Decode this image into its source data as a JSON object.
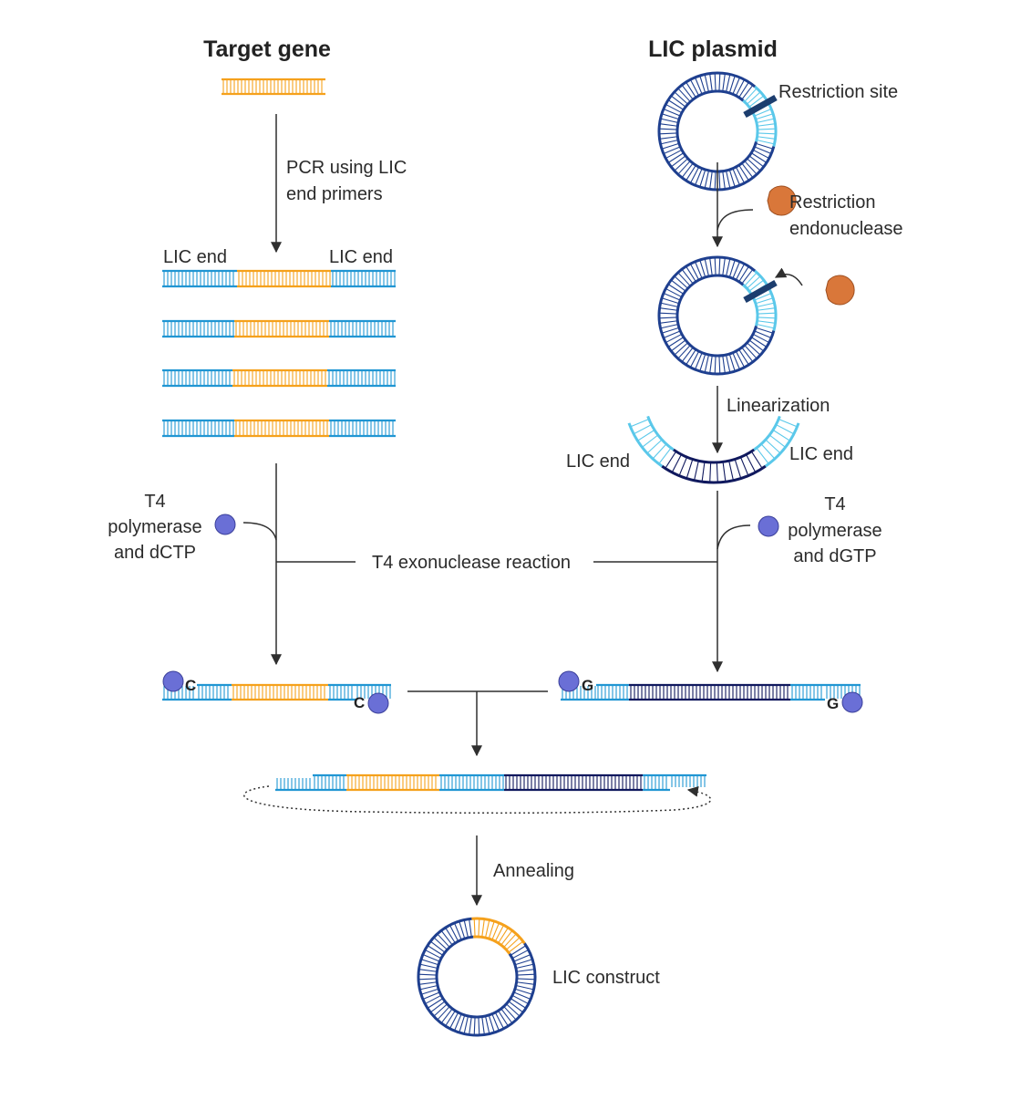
{
  "titles": {
    "target_gene": "Target gene",
    "lic_plasmid": "LIC plasmid"
  },
  "labels": {
    "pcr": [
      "PCR using LIC",
      "end primers"
    ],
    "lic_end_left": "LIC end",
    "lic_end_right": "LIC end",
    "restriction_site": "Restriction site",
    "restriction_endonuclease": [
      "Restriction",
      "endonuclease"
    ],
    "linearization": "Linearization",
    "plasmid_lic_end_left": "LIC end",
    "plasmid_lic_end_right": "LIC end",
    "t4_left": [
      "T4",
      "polymerase",
      "and dCTP"
    ],
    "t4_right": [
      "T4",
      "polymerase",
      "and dGTP"
    ],
    "exonuclease": "T4 exonuclease reaction",
    "nucleotide_c": "C",
    "nucleotide_g": "G",
    "annealing": "Annealing",
    "construct": "LIC construct"
  },
  "colors": {
    "gene": "#f5a11c",
    "lic_end": "#2196d3",
    "lic_end_light": "#5ac8ea",
    "plasmid": "#1e3f8f",
    "plasmid_dark": "#10195e",
    "site_marker": "#1c3d6e",
    "enzyme": "#d9773a",
    "polymerase": "#6a6fd6",
    "arrow": "#2f2f2f"
  }
}
